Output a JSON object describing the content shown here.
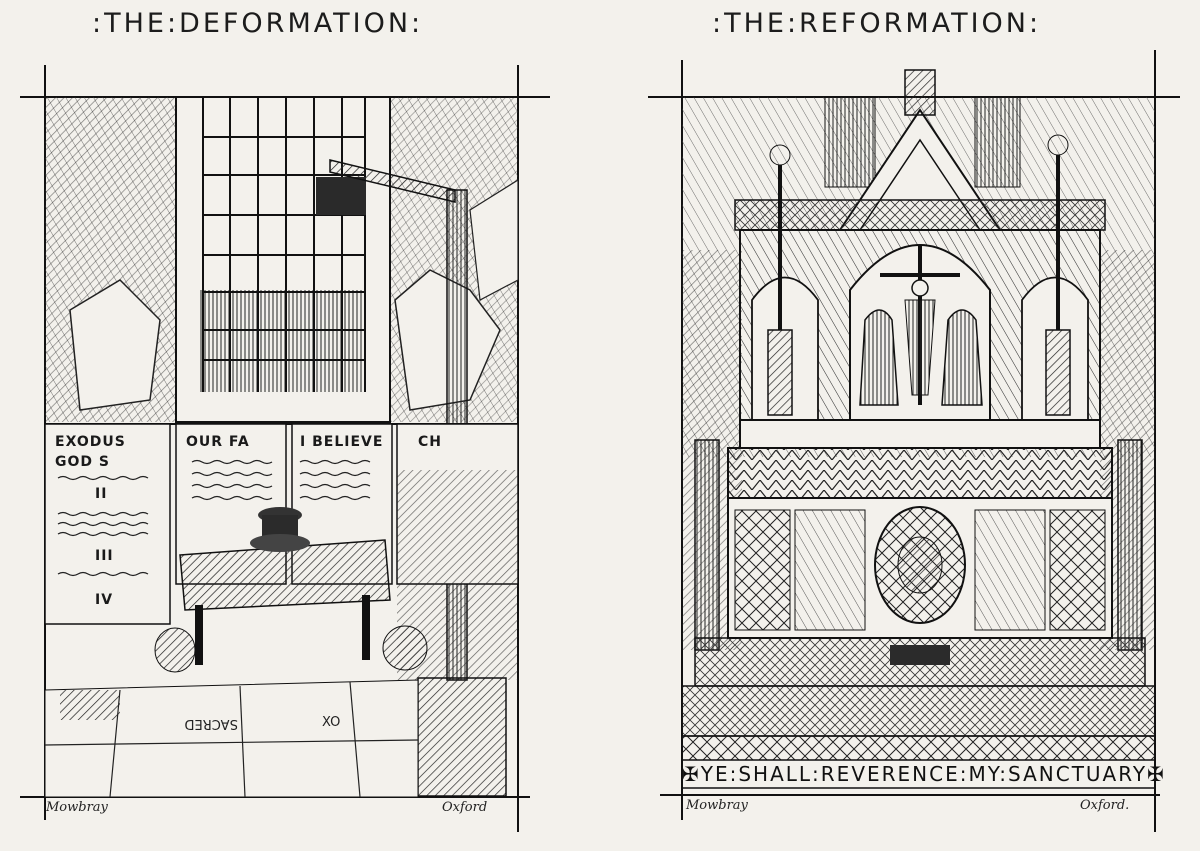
{
  "left_panel": {
    "title": ":THE:DEFORMATION:",
    "posters": [
      "EXODUS",
      "OUR FA",
      "I BELIEVE",
      "CH"
    ],
    "poster_marks": [
      "GOD S",
      "II",
      "III",
      "IV"
    ],
    "floor_words": [
      "SACRED",
      "XO"
    ],
    "credit_left": "Mowbray",
    "credit_right": "Oxford"
  },
  "right_panel": {
    "title": ":THE:REFORMATION:",
    "inscription": "✠YE:SHALL:REVERENCE:MY:SANCTUARY✠",
    "credit_left": "Mowbray",
    "credit_right": "Oxford."
  },
  "colors": {
    "paper": "#f3f1ec",
    "ink": "#1d1d1d"
  }
}
